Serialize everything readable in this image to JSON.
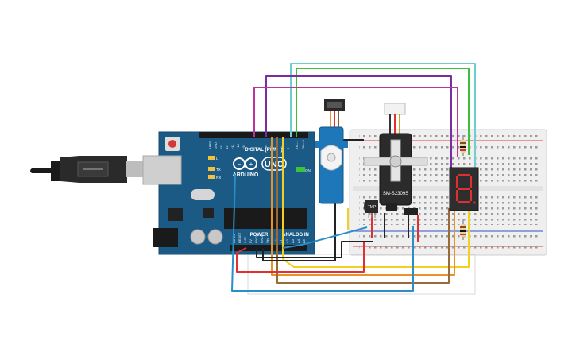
{
  "board": {
    "brand": "ARDUINO",
    "model": "UNO",
    "digital_label": "DIGITAL (PWM~)",
    "power_label": "POWER",
    "analog_label": "ANALOG IN",
    "on_label": "ON",
    "l_label": "L",
    "tx_label": "TX",
    "rx_label": "RX",
    "aref_label": "AREF",
    "gnd_label": "GND",
    "pin13_label": "13",
    "pin12_label": "12",
    "pin11_label": "~11",
    "pin10_label": "~10",
    "pin9_label": "~9",
    "pin8_label": "8",
    "pin7_label": "7",
    "pin6_label": "~6",
    "pin5_label": "~5",
    "pin4_label": "4",
    "pin3_label": "~3",
    "pin2_label": "2",
    "tx1_label": "TX→1",
    "rx0_label": "RX←0",
    "ioref_label": "IOREF",
    "reset_label": "RESET",
    "v33_label": "3.3V",
    "v5_label": "5V",
    "vin_label": "Vin",
    "a0_label": "A0",
    "a1_label": "A1",
    "a2_label": "A2",
    "a3_label": "A3",
    "a4_label": "A4",
    "a5_label": "A5"
  },
  "servo_motor": {
    "label": "SM-S2309S"
  },
  "temp_sensor": {
    "label": "TMP"
  },
  "colors": {
    "board_blue": "#1b5a85",
    "breadboard": "#efefef",
    "wire_teal": "#6fcfd0",
    "wire_green": "#3dbf3d",
    "wire_purple": "#7a2ca0",
    "wire_magenta": "#c0329b",
    "wire_yellow": "#f0d020",
    "wire_orange": "#e8922a",
    "wire_brown": "#9a6a3a",
    "wire_red": "#e03030",
    "wire_black": "#222222",
    "wire_blue": "#2a8fc8",
    "servo_blue": "#1e77b9",
    "segment_red": "#ff3030"
  },
  "icons": [
    "usb-cable-icon",
    "arduino-infinity-logo-icon",
    "seven-segment-digit-icon"
  ]
}
